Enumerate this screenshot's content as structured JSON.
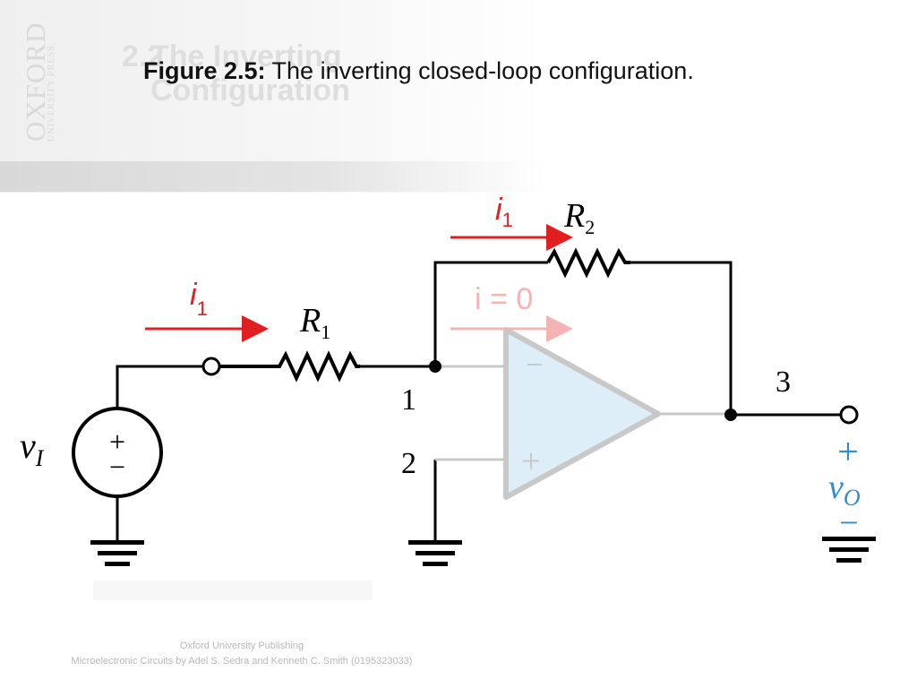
{
  "header": {
    "logo_main": "OXFORD",
    "logo_sub": "UNIVERSITY PRESS",
    "section_number": "2.2",
    "section_title": "The Inverting Configuration"
  },
  "caption": {
    "label": "Figure 2.5:",
    "text": " The inverting closed-loop configuration."
  },
  "diagram": {
    "labels": {
      "i1_top": "i",
      "i1_top_sub": "1",
      "i1_left": "i",
      "i1_left_sub": "1",
      "i_zero": "i = 0",
      "r1": "R",
      "r1_sub": "1",
      "r2": "R",
      "r2_sub": "2",
      "node1": "1",
      "node2": "2",
      "node3": "3",
      "vi": "v",
      "vi_sub": "I",
      "source_plus": "+",
      "source_minus": "−",
      "opamp_minus": "−",
      "opamp_plus": "+",
      "vo_plus": "+",
      "vo": "v",
      "vo_sub": "O",
      "vo_minus": "−"
    },
    "colors": {
      "wire": "#000000",
      "current_arrow": "#e02020",
      "current_arrow_faded": "#f4b4b4",
      "opamp_fill": "#ddeef8",
      "opamp_stroke": "#c8c8c8",
      "output_label": "#2a8fd0"
    }
  },
  "footer": {
    "line1": "Oxford University Publishing",
    "line2": "Microelectronic Circuits by Adel S. Sedra and Kenneth C. Smith (0195323033)"
  }
}
